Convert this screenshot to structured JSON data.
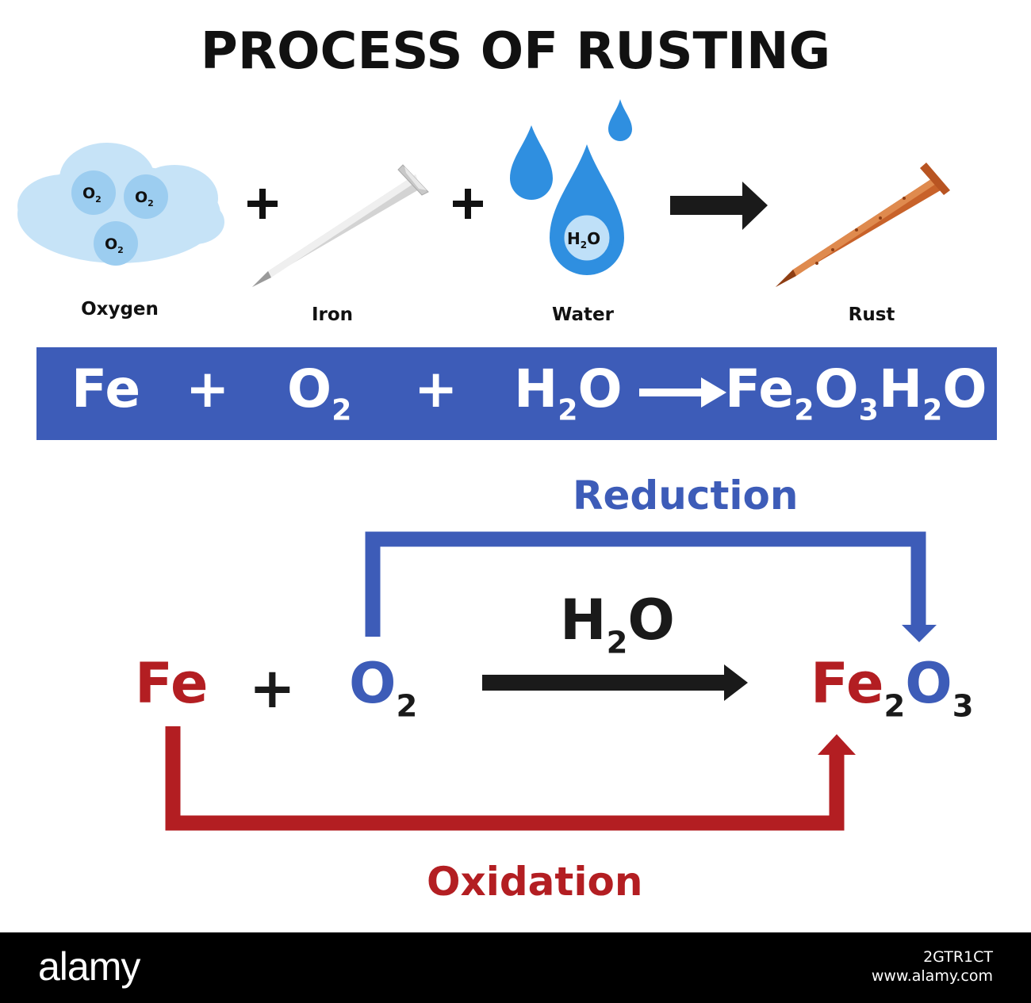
{
  "title": "PROCESS OF RUSTING",
  "illustration": {
    "oxygen": {
      "molecule": "O2",
      "label": "Oxygen"
    },
    "iron": {
      "label": "Iron"
    },
    "water": {
      "molecule": "H2O",
      "label": "Water"
    },
    "rust": {
      "label": "Rust"
    },
    "plus": "+",
    "colors": {
      "cloud": "#c6e3f7",
      "bubble": "#9ccdf0",
      "drop": "#2f8fe0",
      "iron": "#d6d6d6",
      "rust": "#c8622a"
    }
  },
  "equation": {
    "terms": [
      "Fe",
      "+",
      "O2",
      "+",
      "H2O",
      "Fe2O3H2O"
    ],
    "background": "#3d5cb8"
  },
  "redox": {
    "reduction_label": "Reduction",
    "oxidation_label": "Oxidation",
    "catalyst": "H2O",
    "reactant_fe": "Fe",
    "plus": "+",
    "reactant_o2": "O2",
    "product": "Fe2O3",
    "colors": {
      "reduction": "#3d5cb8",
      "oxidation": "#b31e22",
      "arrow": "#1a1a1a"
    }
  },
  "watermark": {
    "logo": "alamy",
    "image_id": "2GTR1CT",
    "site": "www.alamy.com"
  }
}
